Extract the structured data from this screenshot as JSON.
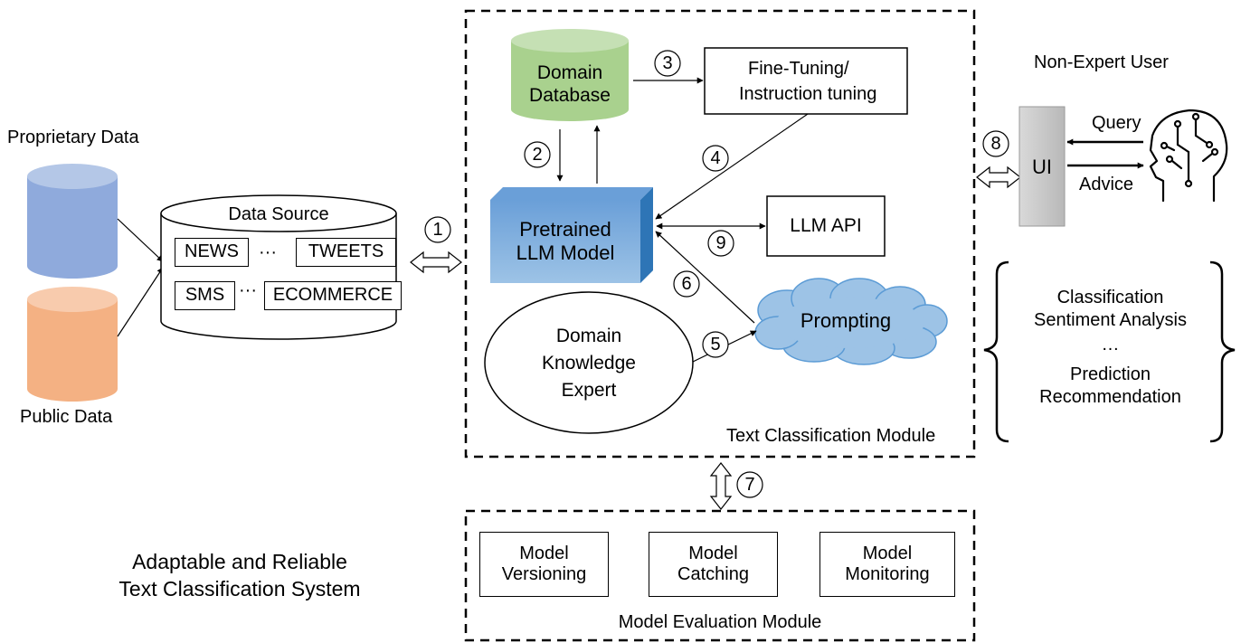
{
  "sources": {
    "proprietary_label": "Proprietary Data",
    "public_label": "Public Data"
  },
  "data_source": {
    "title": "Data Source",
    "items": [
      "NEWS",
      "TWEETS",
      "SMS",
      "ECOMMERCE"
    ],
    "ellipsis": "···"
  },
  "text_module": {
    "label": "Text Classification Module",
    "domain_database": [
      "Domain",
      "Database"
    ],
    "fine_tuning": [
      "Fine-Tuning/",
      "Instruction tuning"
    ],
    "pretrained": [
      "Pretrained",
      "LLM Model"
    ],
    "llm_api": "LLM API",
    "prompting": "Prompting",
    "expert": [
      "Domain",
      "Knowledge",
      "Expert"
    ]
  },
  "steps": [
    "1",
    "2",
    "3",
    "4",
    "5",
    "6",
    "7",
    "8",
    "9"
  ],
  "user": {
    "label": "Non-Expert User",
    "ui": "UI",
    "query": "Query",
    "advice": "Advice"
  },
  "tasks": {
    "lines": [
      "Classification",
      "Sentiment Analysis",
      "…",
      "Prediction",
      "Recommendation"
    ]
  },
  "eval_module": {
    "label": "Model Evaluation Module",
    "versioning": [
      "Model",
      "Versioning"
    ],
    "catching": [
      "Model",
      "Catching"
    ],
    "monitoring": [
      "Model",
      "Monitoring"
    ]
  },
  "system_title": [
    "Adaptable and Reliable",
    "Text Classification System"
  ],
  "colors": {
    "proprietary_fill": "#8faadc",
    "public_fill": "#f4b183",
    "database_fill": "#a9d18e",
    "llm_fill": "#9dc3e6",
    "prompting_fill": "#bdd7ee",
    "ui_fill": "#c8c8c8"
  }
}
